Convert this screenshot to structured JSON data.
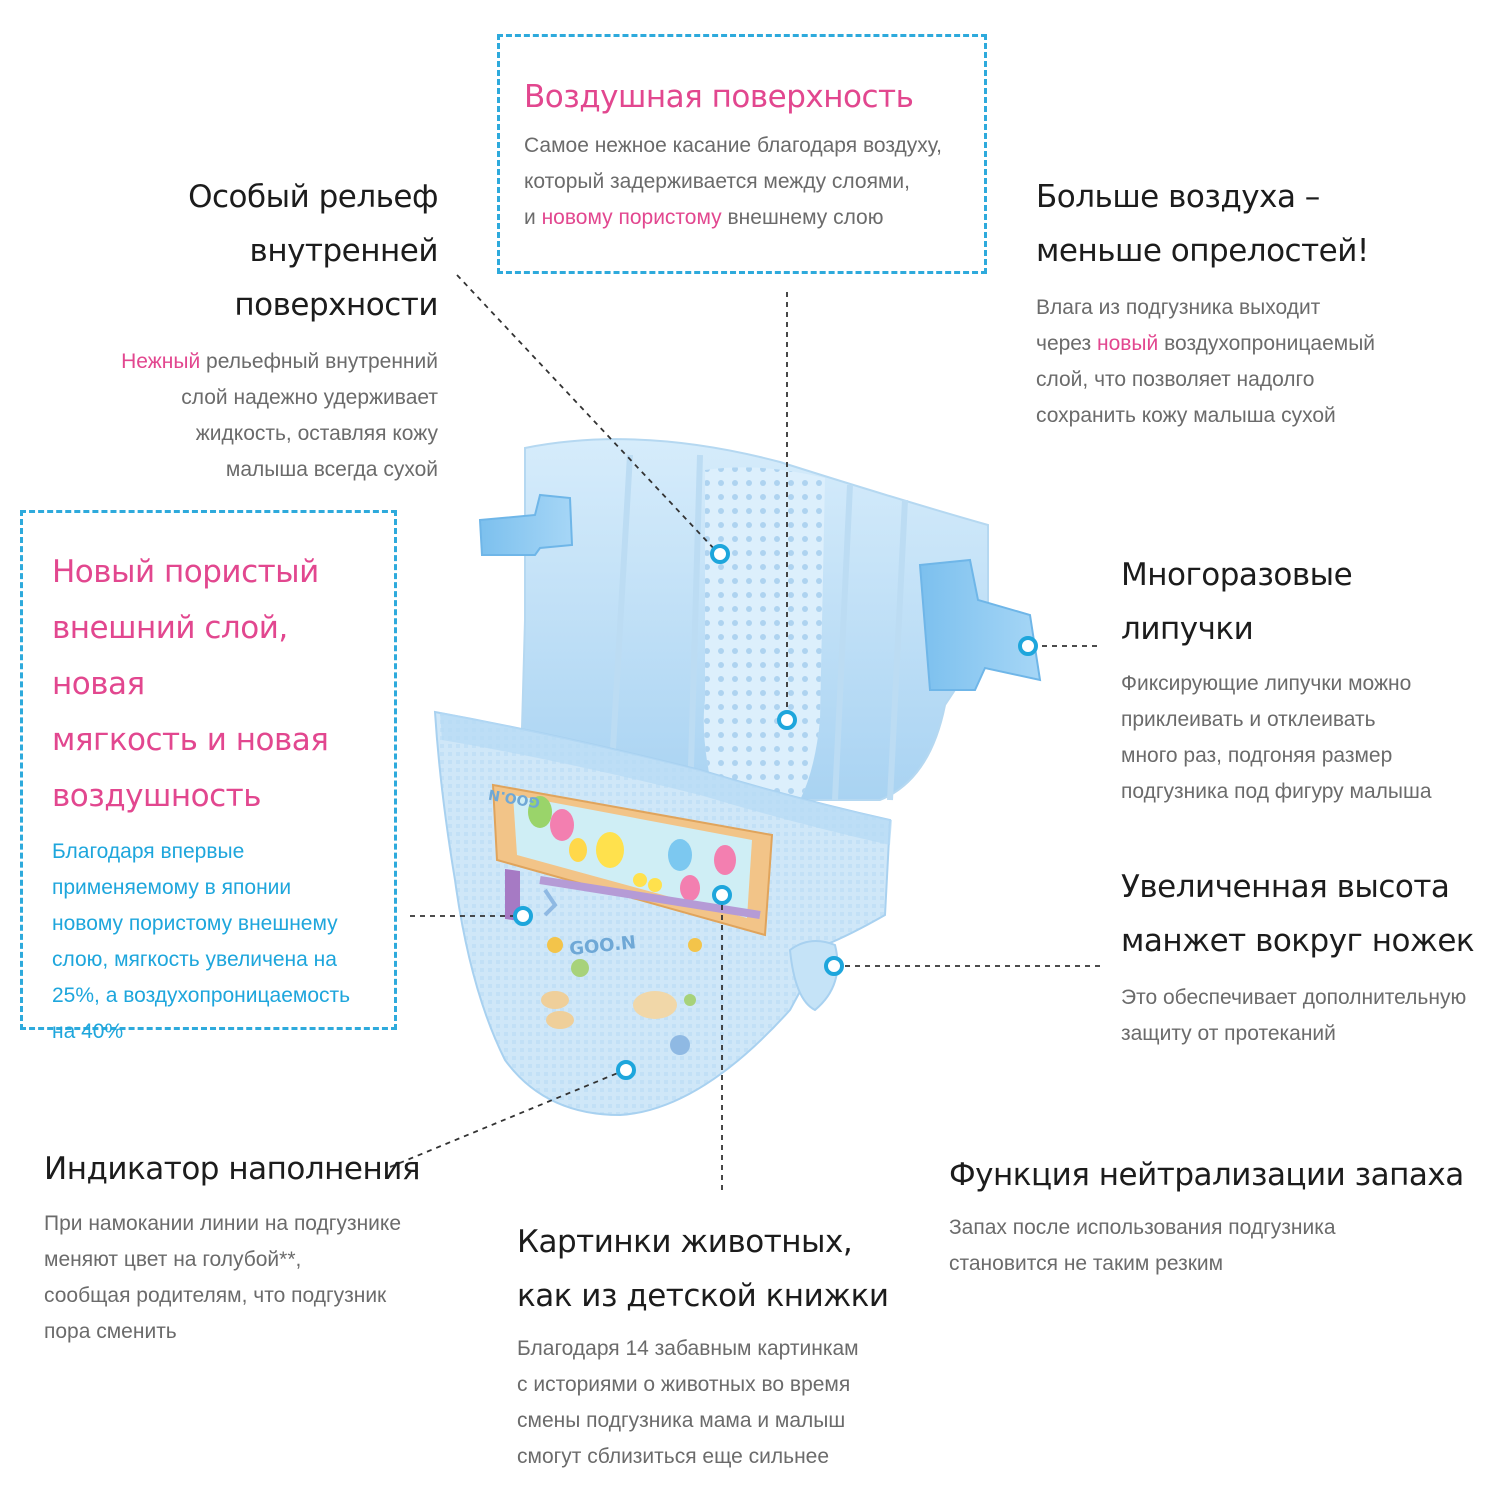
{
  "colors": {
    "accent_pink": "#e2478f",
    "accent_blue": "#1ea6dc",
    "dash_blue": "#2eaadc",
    "diaper_blue": "#bfe0f6",
    "text_gray": "#6b6b6b"
  },
  "features": {
    "air_surface": {
      "title": "Воздушная поверхность",
      "text_1": "Самое нежное касание благодаря воздуху,",
      "text_2": "который задерживается между слоями,",
      "text_3a": "и ",
      "text_3b": "новому пористому",
      "text_3c": " внешнему слою"
    },
    "relief": {
      "title_1": "Особый рельеф",
      "title_2": "внутренней поверхности",
      "text_1a": "Нежный",
      "text_1b": " рельефный внутренний",
      "text_2": "слой надежно удерживает",
      "text_3": "жидкость, оставляя кожу",
      "text_4": "малыша всегда сухой"
    },
    "more_air": {
      "title_1": "Больше воздуха –",
      "title_2": "меньше опрелостей!",
      "text_1": "Влага из подгузника выходит",
      "text_2a": "через ",
      "text_2b": "новый",
      "text_2c": " воздухопроницаемый",
      "text_3": "слой, что позволяет надолго",
      "text_4": "сохранить кожу малыша сухой"
    },
    "porous_layer": {
      "title_1": "Новый пористый",
      "title_2": "внешний слой, новая",
      "title_3": "мягкость и новая",
      "title_4": "воздушность",
      "text_1": "Благодаря впервые",
      "text_2": "применяемому в японии",
      "text_3": "новому пористому внешнему",
      "text_4": "слою, мягкость увеличена на",
      "text_5": "25%, а воздухопроницаемость",
      "text_6": "на 40%"
    },
    "velcro": {
      "title": "Многоразовые липучки",
      "text_1": "Фиксирующие липучки можно",
      "text_2": "приклеивать и отклеивать",
      "text_3": "много раз, подгоняя размер",
      "text_4": "подгузника под фигуру малыша"
    },
    "cuffs": {
      "title_1": "Увеличенная высота",
      "title_2": "манжет вокруг ножек",
      "text_1": "Это обеспечивает дополнительную",
      "text_2": "защиту от протеканий"
    },
    "indicator": {
      "title": "Индикатор наполнения",
      "text_1": "При намокании линии на подгузнике",
      "text_2": "меняют цвет на голубой**,",
      "text_3": "сообщая родителям, что подгузник",
      "text_4": "пора сменить"
    },
    "pictures": {
      "title_1": "Картинки животных,",
      "title_2": "как из детской книжки",
      "text_1": "Благодаря 14 забавным картинкам",
      "text_2": "с историями о животных во время",
      "text_3": "смены подгузника мама и малыш",
      "text_4": "смогут сблизиться еще сильнее"
    },
    "odor": {
      "title": "Функция нейтрализации запаха",
      "text_1": "Запах после использования подгузника",
      "text_2": "становится не таким резким"
    }
  },
  "illustration": {
    "brand_label": "GOO.N"
  }
}
